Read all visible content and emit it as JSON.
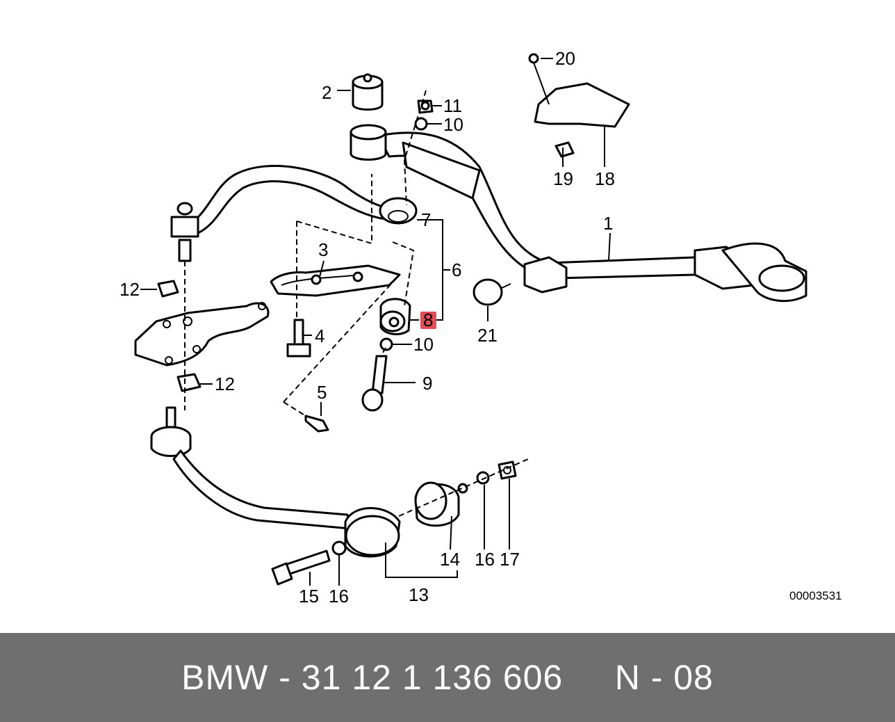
{
  "diagram": {
    "code": "00003531",
    "highlight_color": "#e34b56",
    "callouts": [
      "1",
      "2",
      "3",
      "4",
      "5",
      "6",
      "7",
      "8",
      "9",
      "10",
      "10",
      "11",
      "12",
      "12",
      "13",
      "14",
      "15",
      "16",
      "16",
      "17",
      "18",
      "19",
      "20",
      "21"
    ]
  },
  "footer": {
    "brand": "BMW",
    "separator": " - ",
    "part_number": "31 12 1 136 606",
    "gap": "     ",
    "ref": "N - 08",
    "background": "#6f6f6f"
  }
}
